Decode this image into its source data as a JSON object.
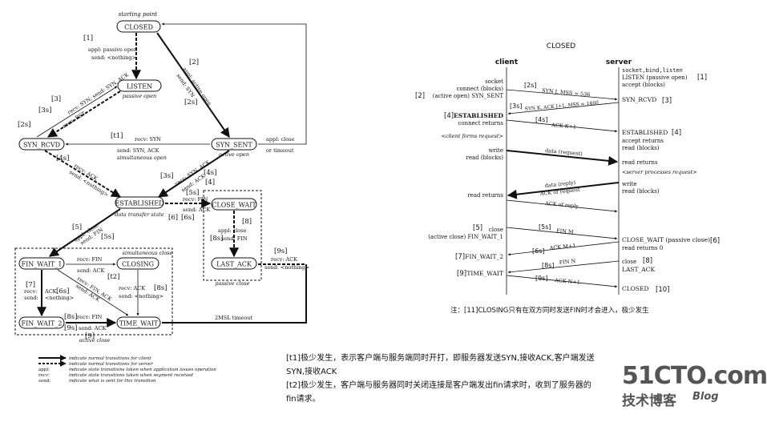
{
  "left": {
    "starting_point": "starting point",
    "states": {
      "closed": "CLOSED",
      "listen": "LISTEN",
      "syn_rcvd": "SYN_RCVD",
      "syn_sent": "SYN_SENT",
      "established": "ESTABLISHED",
      "close_wait": "CLOSE_WAIT",
      "last_ack": "LAST_ACK",
      "fin_wait_1": "FIN_WAIT_1",
      "closing": "CLOSING",
      "fin_wait_2": "FIN_WAIT_2",
      "time_wait": "TIME_WAIT"
    },
    "sublabels": {
      "passive_open": "passive open",
      "active_open": "active open",
      "simultaneous_open": "simultaneous open",
      "data_transfer_state": "data transfer state",
      "passive_close": "passive close",
      "simultaneous_close": "simultaneous close",
      "active_close": "active close"
    },
    "tags": {
      "t1": "[1]",
      "t2": "[2]",
      "t2s_a": "[2s]",
      "t3": "[3]",
      "t3s_a": "[3s]",
      "t2s_b": "[2s]",
      "tt1": "[t1]",
      "t3s_b": "[3s]",
      "t4s": "[4s]",
      "t4": "[4]",
      "t5s": "[5s]",
      "t6": "[6]",
      "t6s": "[6s]",
      "t8": "[8]",
      "t8s_a": "[8s]",
      "t5": "[5]",
      "t5s_b": "[5s]",
      "tt2": "[t2]",
      "t7": "[7]",
      "t6s_b": "[6s]",
      "t8s_b": "[8s]",
      "t8s_c": "[8s]",
      "t9s_a": "[9s]",
      "t9s_b": "[9s]",
      "t9": "[9]"
    },
    "labels": {
      "appl_passive": "appl: passive open",
      "send_nothing_1": "send: <nothing>",
      "appl_active": "appl: active open",
      "send_syn": "send: SYN",
      "recv_syn_send_synack": "recv: SYN; send: SYN, ACK",
      "recv_rst": "recv: RST",
      "recv_syn_mid": "recv: SYN",
      "send_syn_ack_mid": "send: SYN, ACK",
      "appl_close": "appl: close",
      "or_timeout": "or timeout",
      "recv_synack_send_ack": "recv: SYN, ACK",
      "send_ack": "send: ACK",
      "recv_ack_send_nothing": "recv: ACK",
      "send_nothing_2": "send: <nothing>",
      "recv_fin": "recv: FIN",
      "send_ack_2": "send: ACK",
      "appl_close_2": "appl: close",
      "send_fin": "send: FIN",
      "appl_close_3": "appl: close",
      "send_fin_2": "send: FIN",
      "recv_ack_9s": "recv: ACK",
      "send_nothing_9s": "send: <nothing>",
      "recv_fin_2": "recv: FIN",
      "send_ack_3": "send: ACK",
      "recv_ack_l": "recv:",
      "send_l": "send:",
      "ack_l": "ACK",
      "nothing_l": "<nothing>",
      "recv_finack": "recv: FIN, ACK",
      "send_ack_diag": "send: ACK",
      "recv_ack_r": "recv: ACK",
      "send_nothing_r": "send: <nothing>",
      "recv_fin_3": "recv: FIN",
      "send_ack_4": "send: ACK",
      "msl": "2MSL timeout"
    },
    "legend": [
      {
        "text": "indicate normal transitions for client"
      },
      {
        "text": "indicate normal transitions for server"
      },
      {
        "key": "appl:",
        "text": "indicate state transitions taken when application issues operation"
      },
      {
        "key": "recv:",
        "text": "indicate state transitions taken when segment received"
      },
      {
        "key": "send:",
        "text": "indicate what is sent for this transition"
      }
    ]
  },
  "right": {
    "title": "CLOSED",
    "client": "client",
    "server": "server",
    "server_top": [
      "socket,bind,listen",
      "LISTEN (passive open)",
      "accept (blocks)"
    ],
    "tag_1": "[1]",
    "client_socket": "socket",
    "client_connect": "connect (blocks)",
    "client_active_open": "(active open) SYN_SENT",
    "tag_2": "[2]",
    "msg_2s": "[2s]",
    "syn_j": "SYN J, MSS = 536",
    "syn_rcvd": "SYN_RCVD",
    "tag_3": "[3]",
    "msg_3s": "[3s]",
    "syn_k": "SYN K, ACK J+1, MSS = 1460",
    "tag_4": "[4]",
    "established_c": "ESTABLISHED",
    "connect_returns": "connect returns",
    "msg_4s": "[4s]",
    "ack_k": "ACK K+1",
    "established_s": "ESTABLISHED",
    "tag_4b": "[4]",
    "accept_returns": "accept returns",
    "read_blocks_s": "read (blocks)",
    "client_forms": "<client forms request>",
    "write_c": "write",
    "read_blocks_c": "read (blocks)",
    "data_request": "data (request)",
    "read_returns_s": "read returns",
    "server_processes": "<server processes request>",
    "write_s": "write",
    "read_blocks_s2": "read (blocks)",
    "read_returns_c": "read returns",
    "data_reply": "data (reply)",
    "ack_of_request": "ACK of request",
    "ack_of_reply": "ACK of reply",
    "tag_5": "[5]",
    "close_c": "close",
    "active_close": "(active close)  FIN_WAIT_1",
    "msg_5s": "[5s]",
    "fin_m": "FIN M",
    "close_wait": "CLOSE_WAIT  (passive close)",
    "tag_6": "[6]",
    "read_returns_0": "read returns 0",
    "msg_6s": "[6s]",
    "ack_m": "ACK M+1",
    "tag_7": "[7]",
    "fin_wait_2": "FIN_WAIT_2",
    "close_s": "close",
    "tag_8": "[8]",
    "msg_8s": "[8s]",
    "fin_n": "FIN N",
    "last_ack": "LAST_ACK",
    "tag_9": "[9]",
    "time_wait": "TIME_WAIT",
    "msg_9s": "[9s]",
    "ack_n": "ACK N+1",
    "closed_end": "CLOSED",
    "tag_10": "[10]",
    "note": "注：[11]CLOSING只有在双方同时发送FIN时才会进入，极少发生"
  },
  "notes": [
    "[t1]极少发生，表示客户端与服务端同时开打，即服务器发送SYN,接收ACK,客户端发送",
    "SYN,接收ACK",
    "[t2]极少发生，客户端与服务器同时关闭连接是客户端发出fin请求时，收到了服务器的",
    "fin请求。"
  ],
  "watermark": {
    "site": "51CTO.com",
    "sub": "技术博客",
    "blog": "Blog"
  }
}
